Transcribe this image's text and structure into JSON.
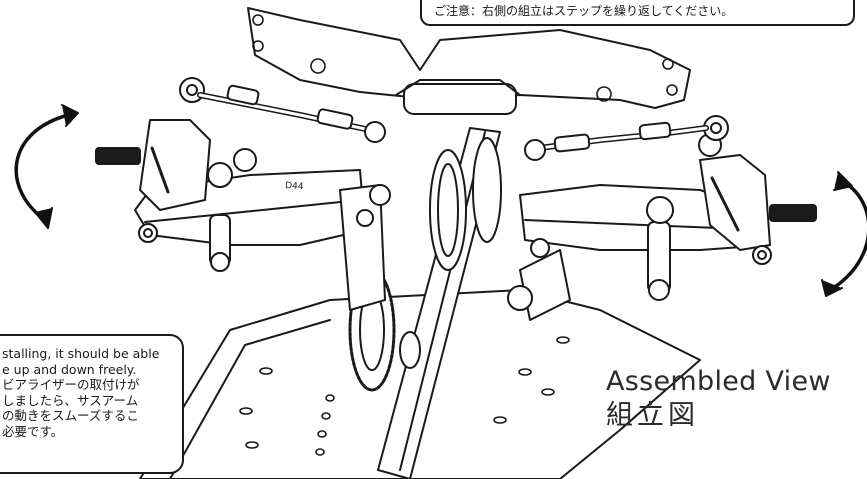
{
  "notes": {
    "top": "ご注意：右側の組立はステップを繰り返してください。",
    "left_lines": [
      "stalling, it should be able",
      "e up and down freely.",
      "ビアライザーの取付けが",
      "しましたら、サスアーム",
      "の動きをスムーズするこ",
      "必要です。"
    ]
  },
  "title": {
    "en": "Assembled View",
    "jp": "組立図"
  },
  "part_label": "D44",
  "colors": {
    "ink": "#1a1a1a",
    "paper": "#ffffff",
    "arrow": "#111111"
  }
}
